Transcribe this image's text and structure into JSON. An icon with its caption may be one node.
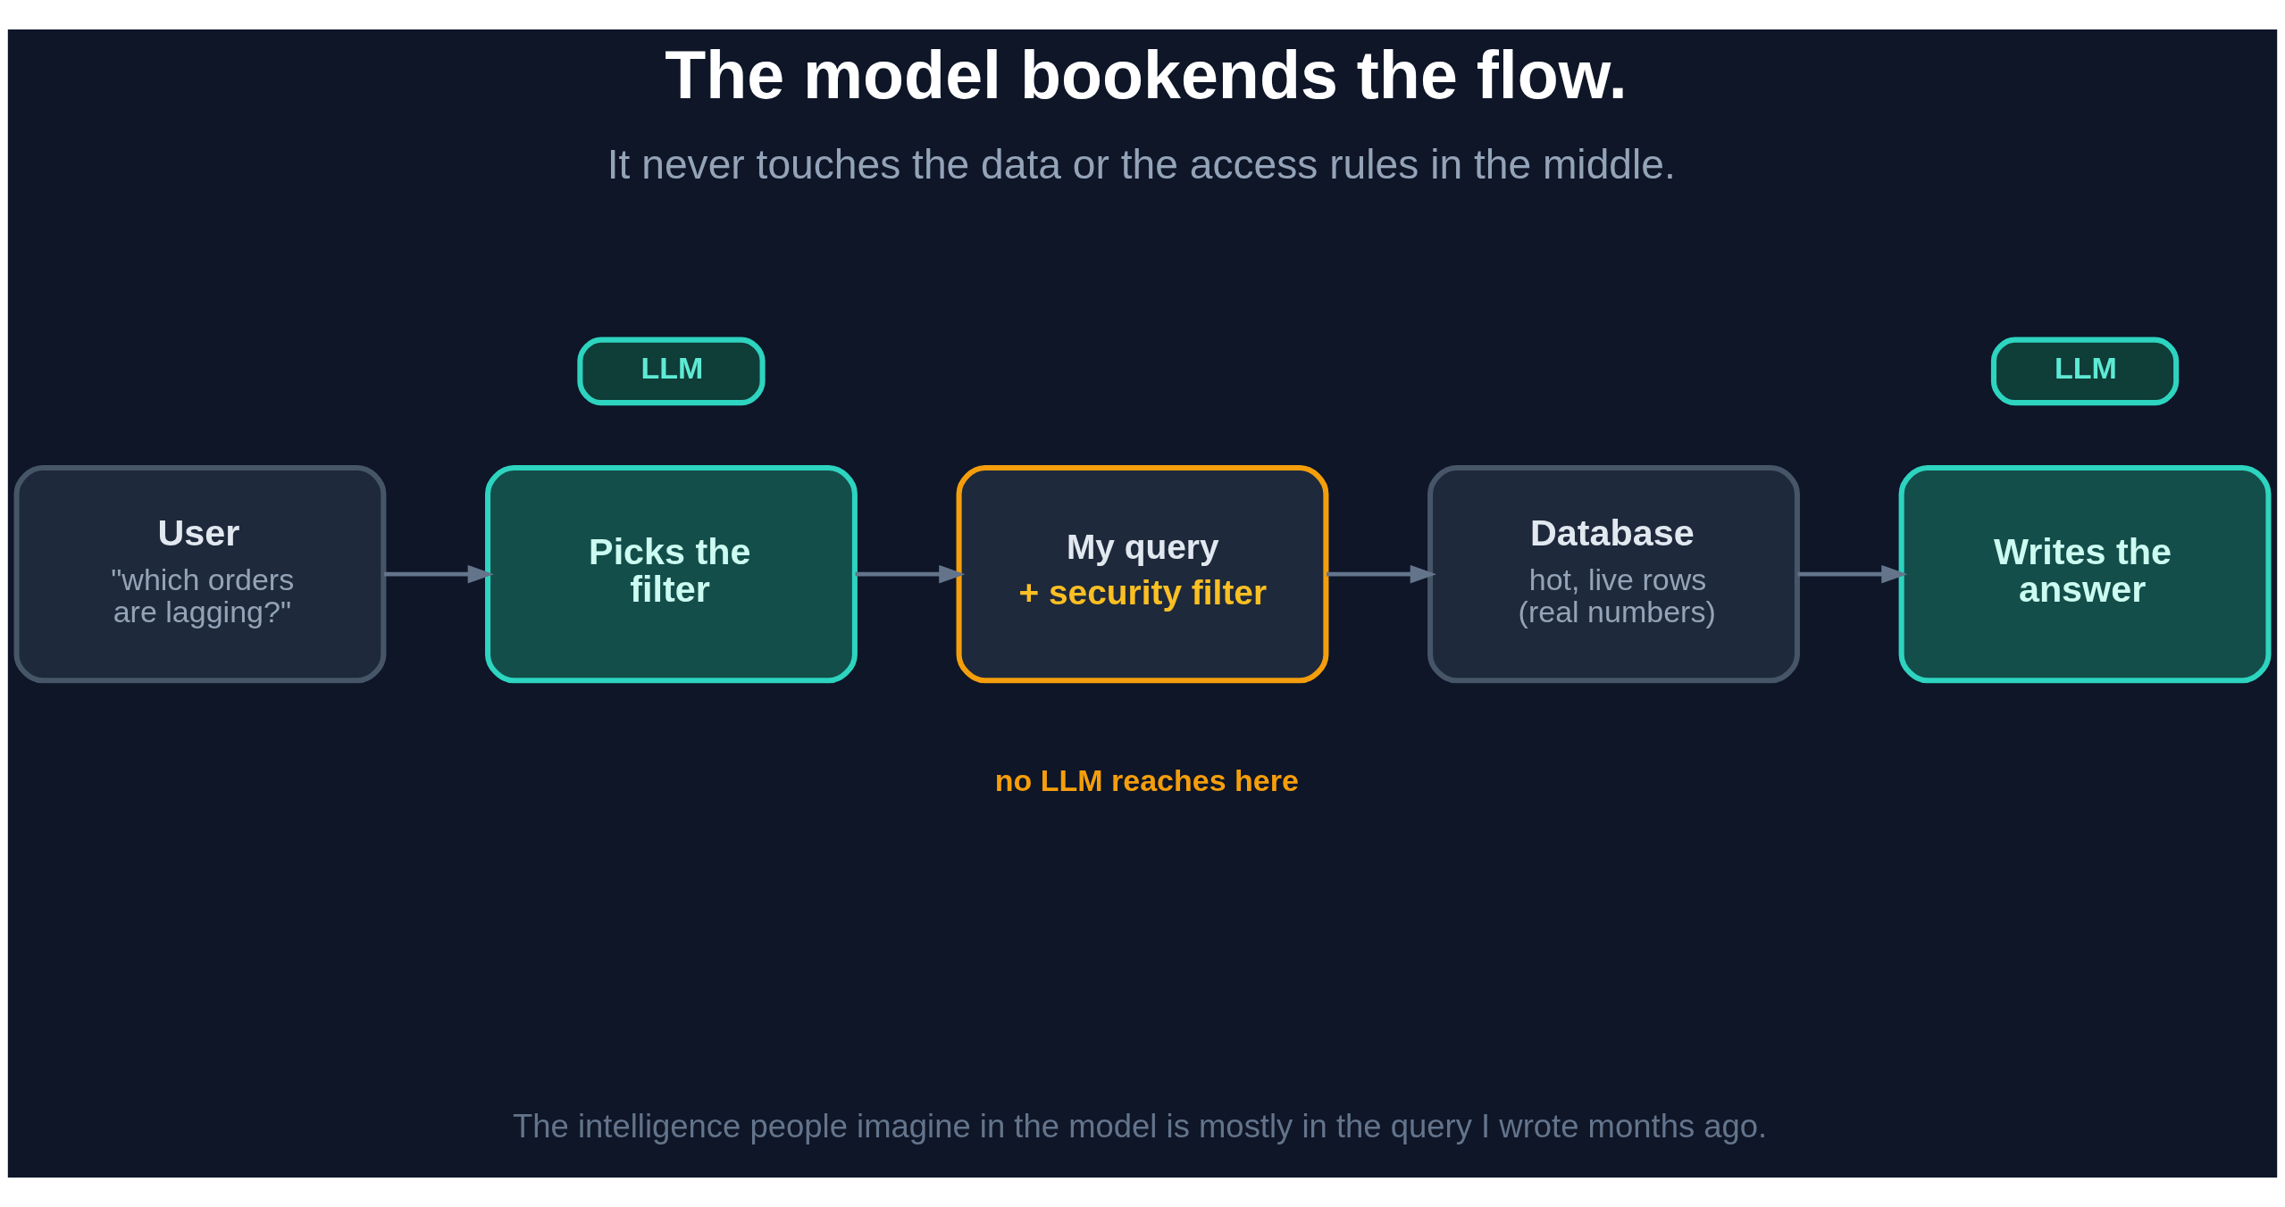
{
  "diagram": {
    "title": "The model bookends the flow.",
    "caption": "The intelligence people imagine in the model is mostly in the query I wrote months ago.",
    "nodes": [
      {
        "text": [
          "LLM"
        ]
      },
      {
        "text": [
          "LLM"
        ]
      },
      {
        "text": [
          "User",
          "\"which orders are lagging?\""
        ]
      },
      {
        "text": [
          "Picks the filter"
        ]
      },
      {
        "text": [
          "My query",
          "+ security filter"
        ],
        "beside": [
          "no LLM reaches here"
        ]
      },
      {
        "text": [
          "Database",
          "hot, live rows (real numbers)"
        ]
      },
      {
        "text": [
          "Writes the answer"
        ]
      }
    ],
    "edges": [
      {
        "from": 2,
        "to": 3,
        "arrow": "to"
      },
      {
        "from": 3,
        "to": 4,
        "arrow": "to"
      },
      {
        "from": 4,
        "to": 5,
        "arrow": "to"
      },
      {
        "from": 5,
        "to": 6,
        "arrow": "to"
      }
    ],
    "labels": [
      "It never touches the data or the access rules in the middle."
    ]
  }
}
